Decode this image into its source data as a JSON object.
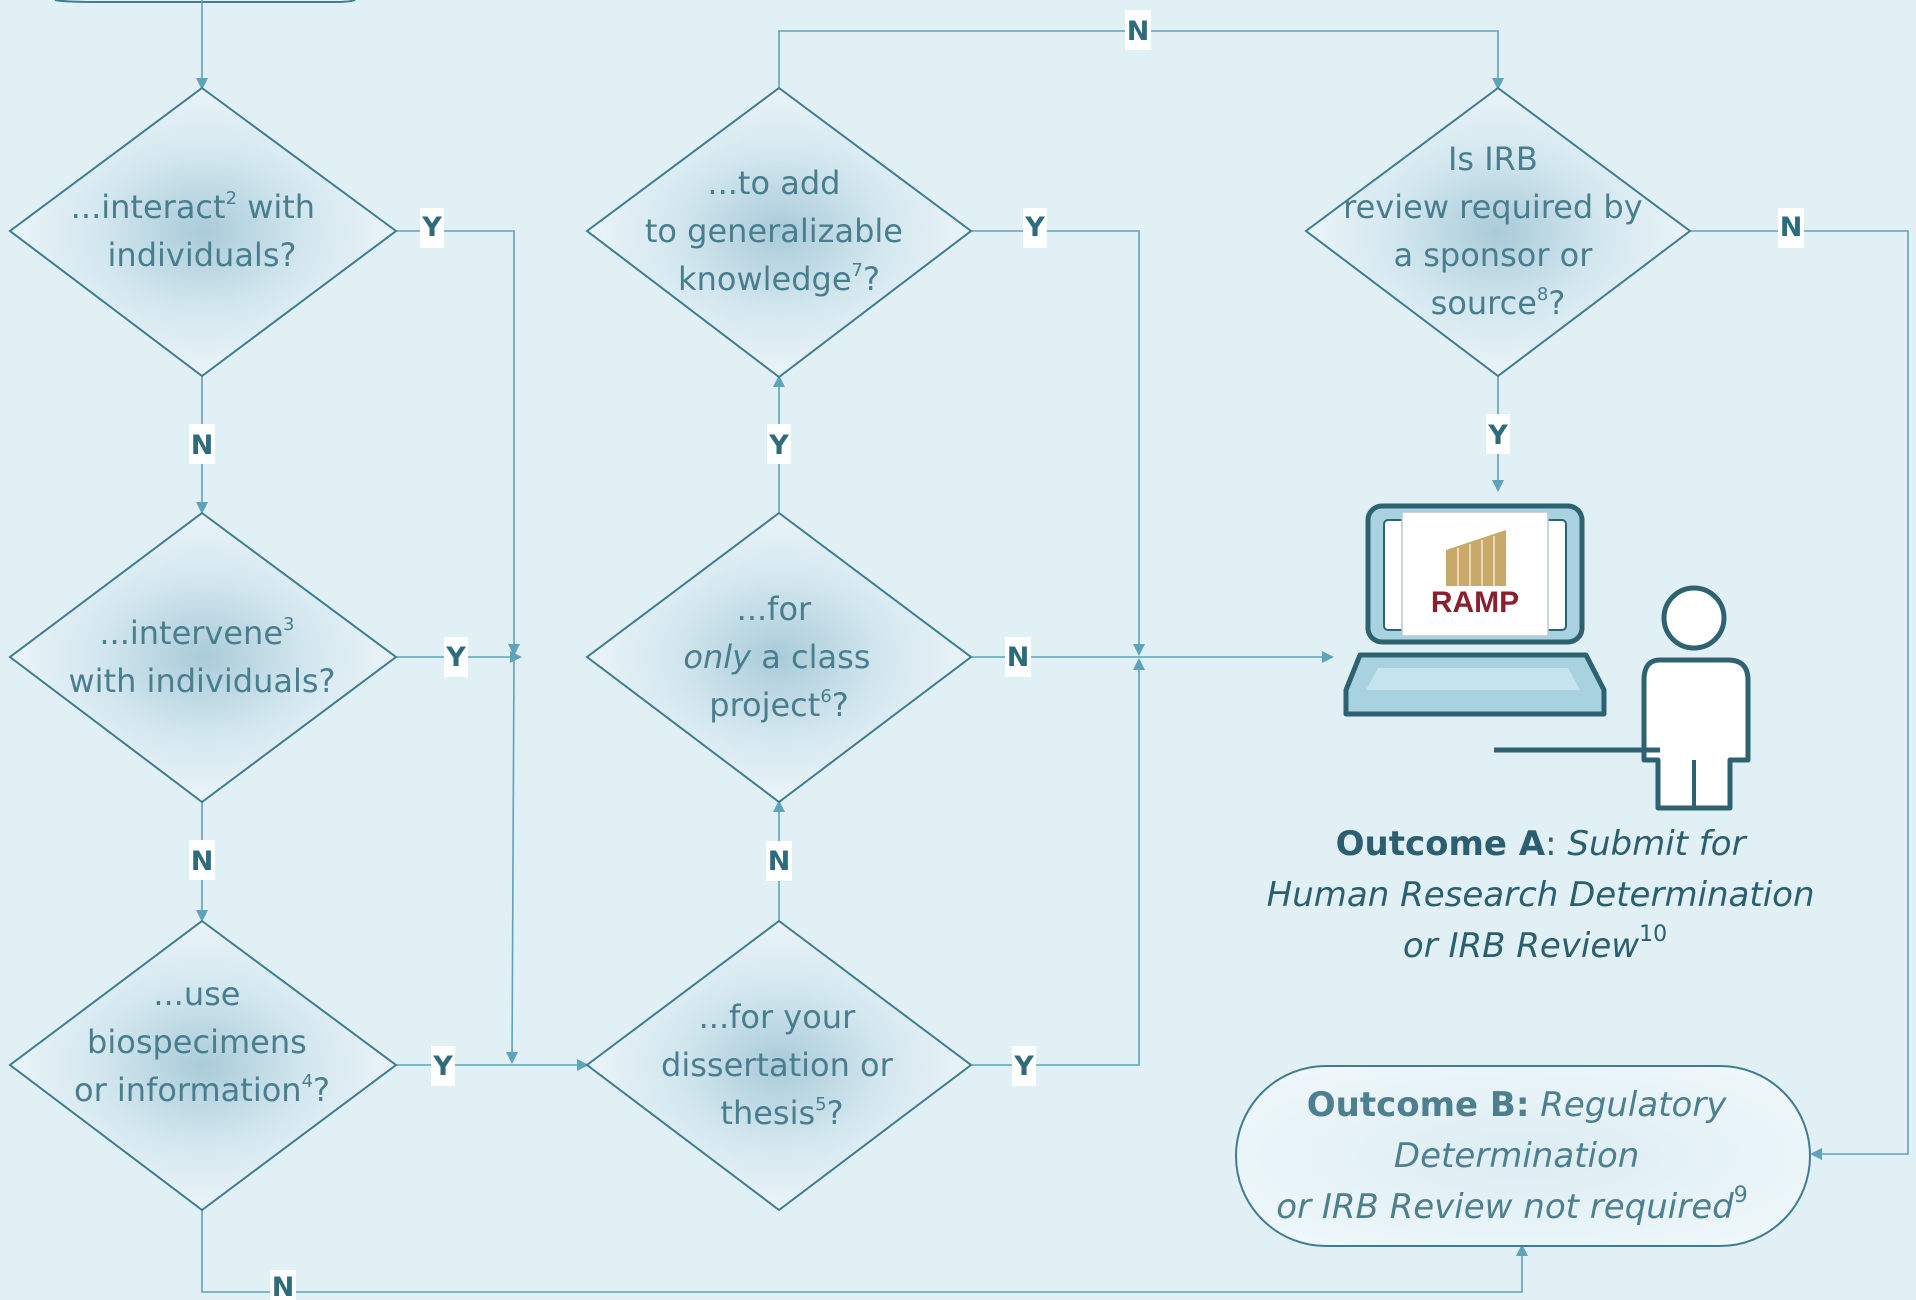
{
  "colors": {
    "background": "#e1f0f5",
    "shape_stroke": "#3f7d8e",
    "connector": "#5ea3bb",
    "text": "#4a7d8e",
    "outcome_text": "#2b5e6e",
    "ramp_red": "#8a1f2e",
    "ramp_gold": "#c8a96a"
  },
  "nodes": {
    "interact": {
      "lines": [
        "...interact",
        "individuals?"
      ],
      "sup": "2",
      "suffix": " with"
    },
    "intervene": {
      "lines": [
        "...intervene",
        "with individuals?"
      ],
      "sup": "3"
    },
    "use_bio": {
      "lines": [
        "...use",
        "biospecimens",
        "or information"
      ],
      "sup": "4",
      "suffix": "?"
    },
    "generalize": {
      "lines": [
        "...to add",
        "to generalizable",
        "knowledge"
      ],
      "sup": "7",
      "suffix": "?"
    },
    "class": {
      "lines": [
        "...for",
        "only",
        " a class",
        "project"
      ],
      "sup": "6",
      "suffix": "?"
    },
    "dissertation": {
      "lines": [
        "...for your",
        "dissertation or",
        "thesis"
      ],
      "sup": "5",
      "suffix": "?"
    },
    "irb": {
      "lines": [
        "Is IRB",
        "review required by",
        "a sponsor or",
        "source"
      ],
      "sup": "8",
      "suffix": "?"
    }
  },
  "labels": {
    "interact_y": "Y",
    "interact_n": "N",
    "intervene_y": "Y",
    "intervene_n": "N",
    "use_bio_y": "Y",
    "use_bio_n": "N",
    "dissertation_y": "Y",
    "dissertation_n": "N",
    "class_y": "Y",
    "class_n": "N",
    "generalize_y": "Y",
    "generalize_n": "N",
    "irb_y": "Y",
    "irb_n": "N"
  },
  "ramp": {
    "logo_text": "RAMP",
    "icon": "laptop-icon",
    "person_icon": "person-icon"
  },
  "outcome_a": {
    "bold": "Outcome A",
    "sep": ": ",
    "line1_italic": "Submit for",
    "line2": "Human Research Determination",
    "line3": "or IRB Review",
    "sup": "10"
  },
  "outcome_b": {
    "bold": "Outcome B:",
    "line1_italic": " Regulatory",
    "line2": "Determination",
    "line3": "or IRB Review not required",
    "sup": "9"
  }
}
